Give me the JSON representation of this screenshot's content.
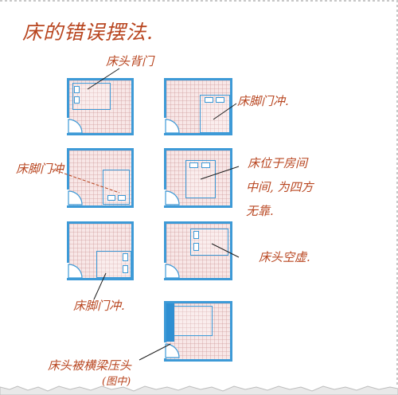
{
  "title": "床的错误摆法.",
  "labels": {
    "l1": "床头背门",
    "l2": "床脚门冲.",
    "l3": "床脚门冲",
    "l4_line1": "床位于房间",
    "l4_line2": "中间, 为四方",
    "l4_line3": "无靠.",
    "l5": "床头空虚.",
    "l6": "床脚门冲.",
    "l7_line1": "床头被横梁压头",
    "l7_line2": "(图中)"
  },
  "colors": {
    "wall": "#3d9ad7",
    "floor": "#f8e7e7",
    "ink": "#b8451f"
  },
  "icons": {
    "door": "door-swing-icon",
    "bed": "bed-icon",
    "pillow": "pillow-icon",
    "beam": "ceiling-beam-icon"
  }
}
